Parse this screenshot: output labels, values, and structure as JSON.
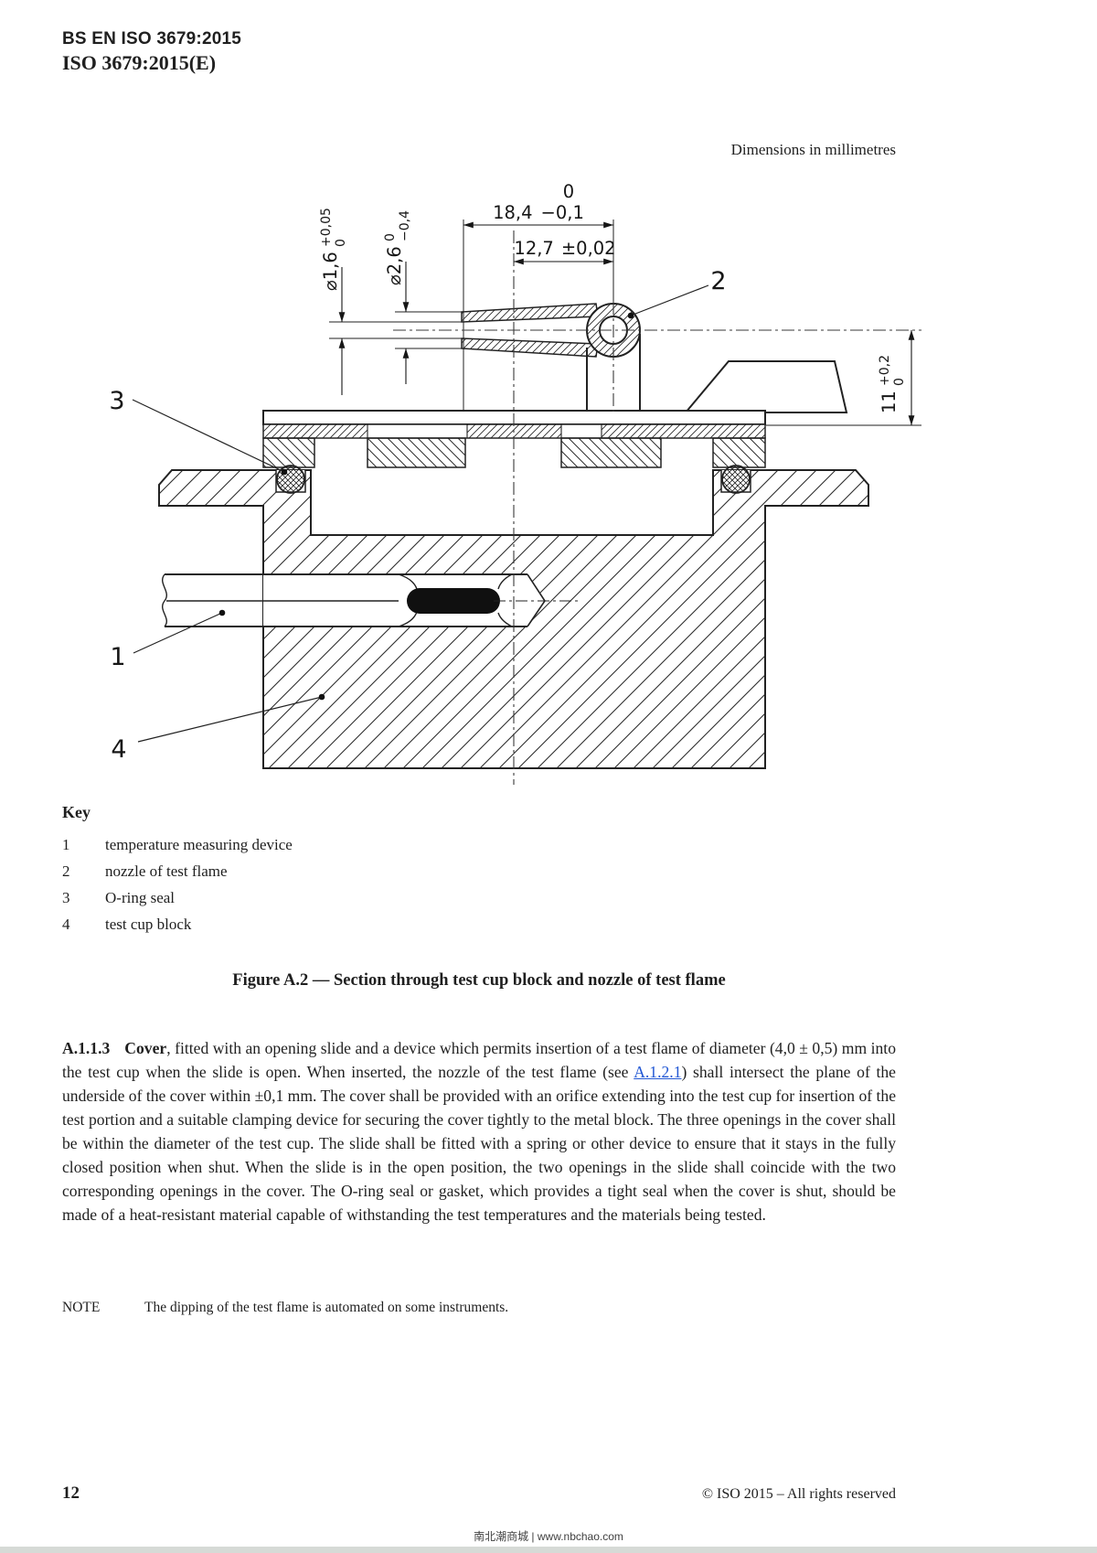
{
  "page": {
    "header_line1": "BS EN ISO 3679:2015",
    "header_line2": "ISO 3679:2015(E)",
    "dimensions_note": "Dimensions in millimetres",
    "footer": {
      "page_number": "12",
      "copyright": "© ISO 2015 – All rights reserved"
    },
    "watermark": "南北潮商城 | www.nbchao.com"
  },
  "figure": {
    "caption": "Figure A.2 — Section through test cup block and nozzle of test flame",
    "key": {
      "heading": "Key",
      "items": [
        {
          "num": "1",
          "label": "temperature measuring device"
        },
        {
          "num": "2",
          "label": "nozzle of test flame"
        },
        {
          "num": "3",
          "label": "O-ring seal"
        },
        {
          "num": "4",
          "label": "test cup block"
        }
      ]
    },
    "callouts": {
      "c1": "1",
      "c2": "2",
      "c3": "3",
      "c4": "4"
    },
    "dims": {
      "d1": {
        "value": "⌀1,6",
        "tol_top": "+0,05",
        "tol_bottom": "0"
      },
      "d2": {
        "value": "⌀2,6",
        "tol_top": "0",
        "tol_bottom": "−0,4"
      },
      "w1": {
        "value": "18,4",
        "tol_top": "0",
        "tol_bottom": "−0,1"
      },
      "w2": {
        "value": "12,7",
        "tol": "±0,02"
      },
      "h1": {
        "value": "11",
        "tol_top": "+0,2",
        "tol_bottom": "0"
      }
    }
  },
  "section": {
    "clause": "A.1.1.3",
    "term": "Cover",
    "body_before_link": ", fitted with an opening slide and a device which permits insertion of a test flame of diameter (4,0 ± 0,5) mm into the test cup when the slide is open. When inserted, the nozzle of the test flame (see ",
    "link": "A.1.2.1",
    "body_after_link": ") shall intersect the plane of the underside of the cover within ±0,1 mm. The cover shall be provided with an orifice extending into the test cup for insertion of the test portion and a suitable clamping device for securing the cover tightly to the metal block. The three openings in the cover shall be within the diameter of the test cup. The slide shall be fitted with a spring or other device to ensure that it stays in the fully closed position when shut. When the slide is in the open position, the two openings in the slide shall coincide with the two corresponding openings in the cover. The O-ring seal or gasket, which provides a tight seal when the cover is shut, should be made of a heat-resistant material capable of withstanding the test temperatures and the materials being tested.",
    "note_label": "NOTE",
    "note_text": "The dipping of the test flame is automated on some instruments."
  },
  "colors": {
    "ink": "#1f1f1f",
    "link": "#2157d4",
    "bottom_bar": "#d6dad6"
  }
}
